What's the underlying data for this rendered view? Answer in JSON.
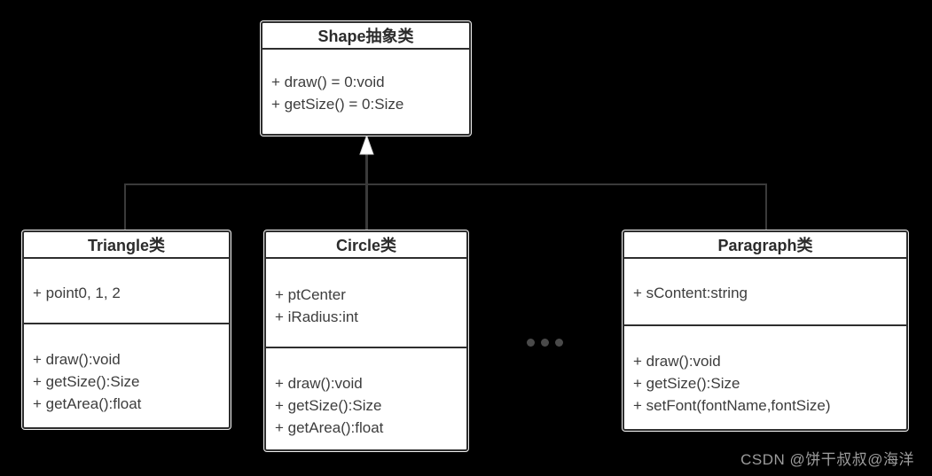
{
  "diagram": {
    "background": "#000000",
    "box_fill": "#ffffff",
    "box_border": "#2e2e2e",
    "line_color": "#3a3a3a",
    "dot_color": "#4a4a4a",
    "ellipsis": "...",
    "watermark": "CSDN @饼干叔叔@海洋"
  },
  "classes": {
    "shape": {
      "title": "Shape抽象类",
      "methods": [
        "+ draw() = 0:void",
        "+ getSize() = 0:Size"
      ]
    },
    "triangle": {
      "title": "Triangle类",
      "attributes": [
        "+ point0, 1, 2"
      ],
      "methods": [
        "+ draw():void",
        "+ getSize():Size",
        "+ getArea():float"
      ]
    },
    "circle": {
      "title": "Circle类",
      "attributes": [
        "+ ptCenter",
        "+ iRadius:int"
      ],
      "methods": [
        "+ draw():void",
        "+ getSize():Size",
        "+ getArea():float"
      ]
    },
    "paragraph": {
      "title": "Paragraph类",
      "attributes": [
        "+ sContent:string"
      ],
      "methods": [
        "+ draw():void",
        "+ getSize():Size",
        "+ setFont(fontName,fontSize)"
      ]
    }
  },
  "relationships": [
    {
      "type": "inheritance",
      "from": "Triangle类",
      "to": "Shape抽象类"
    },
    {
      "type": "inheritance",
      "from": "Circle类",
      "to": "Shape抽象类"
    },
    {
      "type": "inheritance",
      "from": "Paragraph类",
      "to": "Shape抽象类"
    }
  ]
}
